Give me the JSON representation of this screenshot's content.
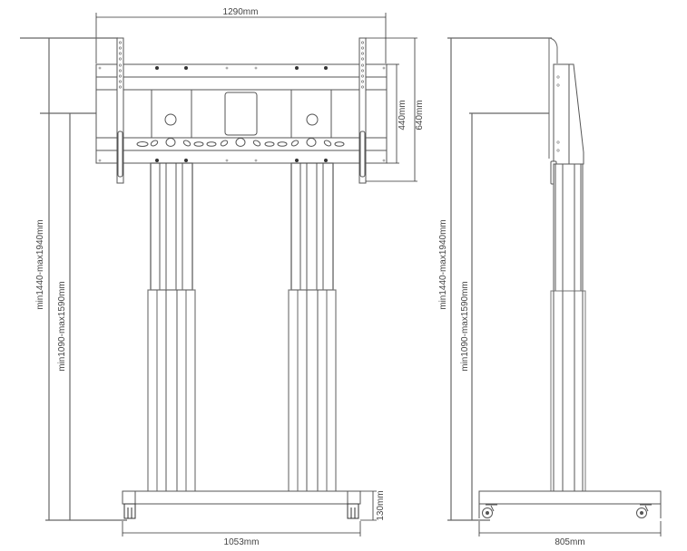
{
  "drawing": {
    "title": "Motorized mobile TV stand technical drawing",
    "line_color": "#555555",
    "dark_line_color": "#333333",
    "fill_color": "#ffffff"
  },
  "front_view": {
    "width_top": "1290mm",
    "bracket_height_inner": "440mm",
    "bracket_height_outer": "640mm",
    "total_height_range": "min1440-max1940mm",
    "center_height_range": "min1090-max1590mm",
    "base_width": "1053mm",
    "base_height": "130mm"
  },
  "side_view": {
    "total_height_range": "min1440-max1940mm",
    "center_height_range": "min1090-max1590mm",
    "base_depth": "805mm"
  }
}
